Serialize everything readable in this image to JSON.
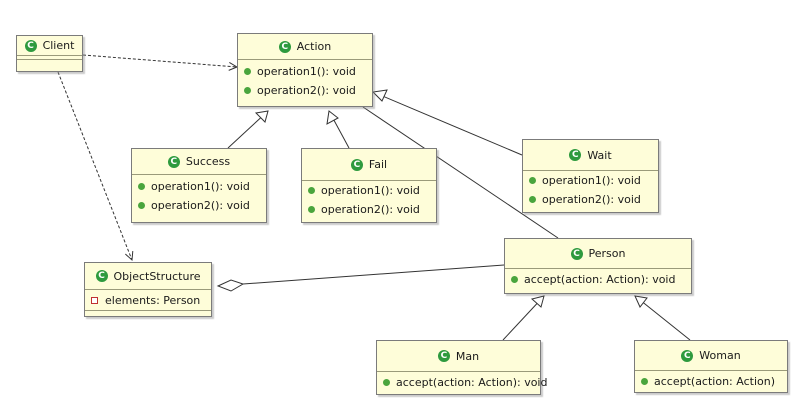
{
  "classes": {
    "client": {
      "name": "Client"
    },
    "action": {
      "name": "Action",
      "operations": [
        "operation1(): void",
        "operation2(): void"
      ]
    },
    "success": {
      "name": "Success",
      "operations": [
        "operation1(): void",
        "operation2(): void"
      ]
    },
    "fail": {
      "name": "Fail",
      "operations": [
        "operation1(): void",
        "operation2(): void"
      ]
    },
    "wait": {
      "name": "Wait",
      "operations": [
        "operation1(): void",
        "operation2(): void"
      ]
    },
    "person": {
      "name": "Person",
      "operations": [
        "accept(action: Action): void"
      ]
    },
    "object_structure": {
      "name": "ObjectStructure",
      "attributes": [
        "elements: Person"
      ]
    },
    "man": {
      "name": "Man",
      "operations": [
        "accept(action: Action): void"
      ]
    },
    "woman": {
      "name": "Woman",
      "operations": [
        "accept(action: Action)"
      ]
    }
  },
  "relations": [
    {
      "from": "Client",
      "to": "Action",
      "kind": "dependency"
    },
    {
      "from": "Client",
      "to": "ObjectStructure",
      "kind": "dependency"
    },
    {
      "from": "Success",
      "to": "Action",
      "kind": "generalization"
    },
    {
      "from": "Fail",
      "to": "Action",
      "kind": "generalization"
    },
    {
      "from": "Wait",
      "to": "Action",
      "kind": "generalization"
    },
    {
      "from": "Person",
      "to": "Action",
      "kind": "association"
    },
    {
      "from": "ObjectStructure",
      "to": "Person",
      "kind": "aggregation"
    },
    {
      "from": "Man",
      "to": "Person",
      "kind": "generalization"
    },
    {
      "from": "Woman",
      "to": "Person",
      "kind": "generalization"
    }
  ],
  "colors": {
    "class_fill": "#fefdd9",
    "class_icon": "#2e9a3e",
    "method_dot": "#4aa53d",
    "line": "#333333"
  }
}
